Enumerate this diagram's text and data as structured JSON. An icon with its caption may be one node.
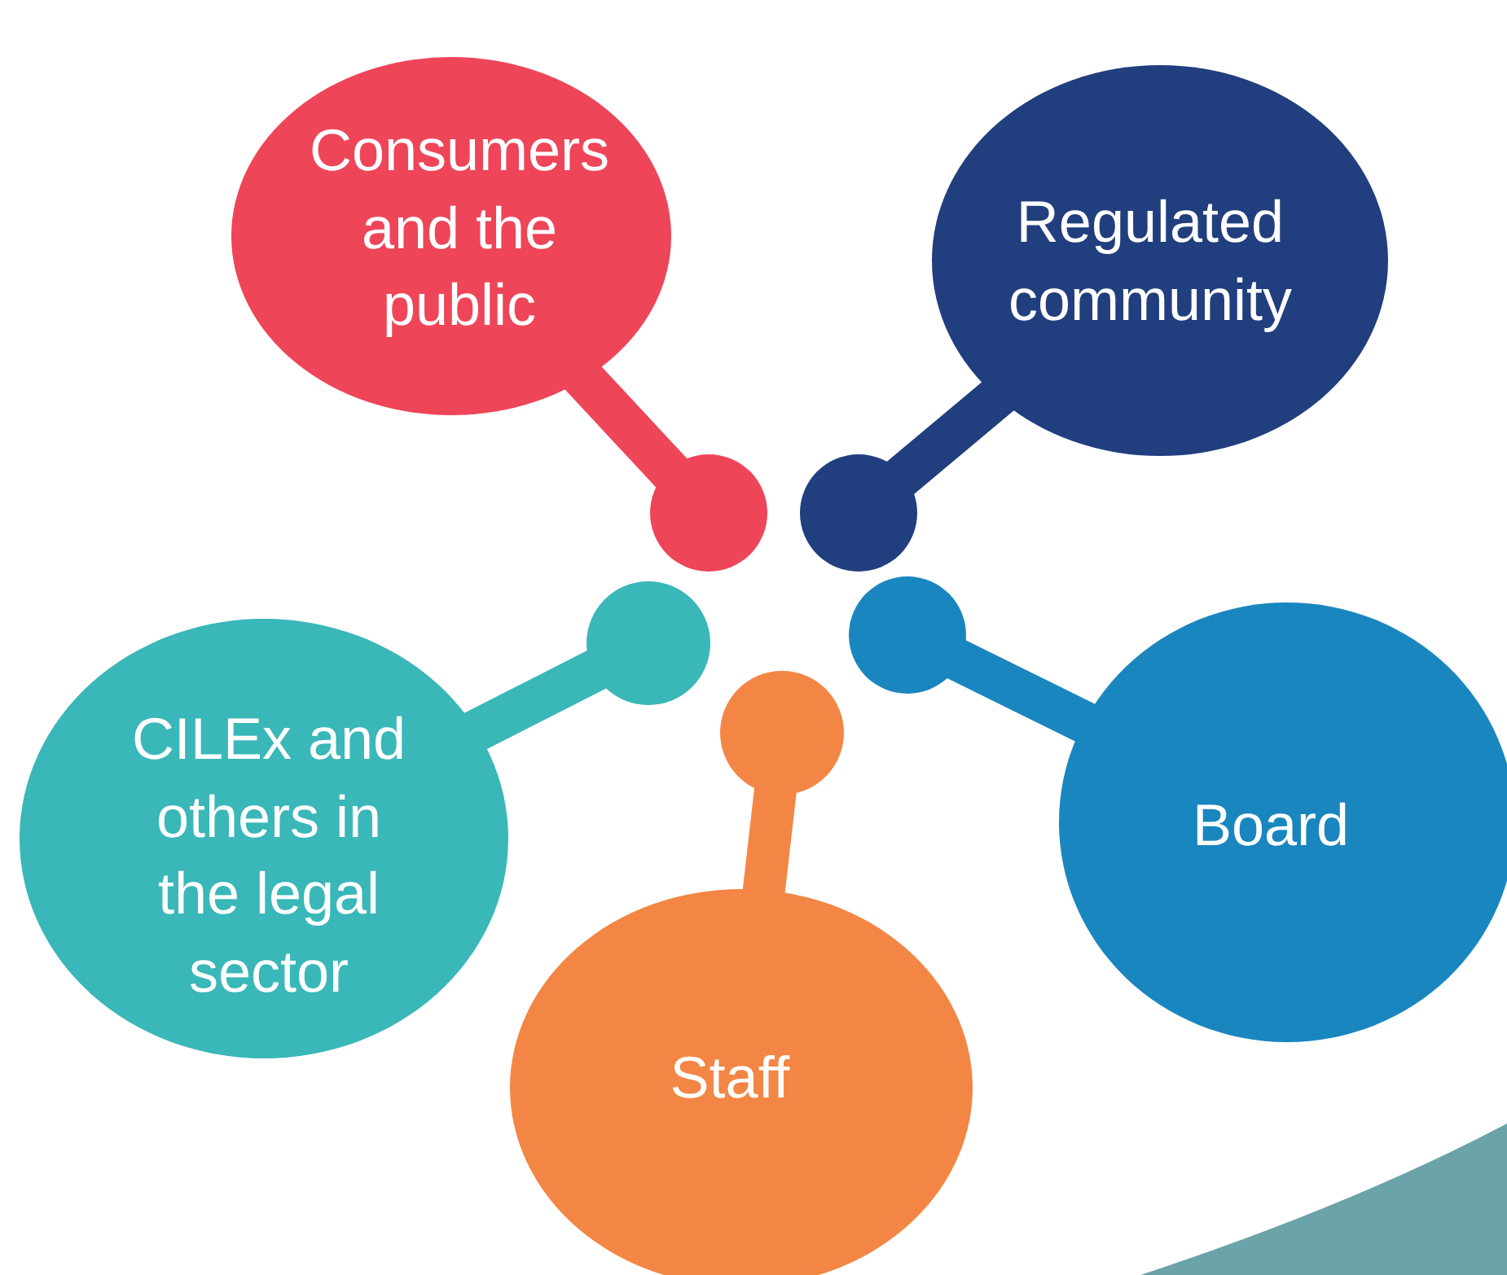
{
  "diagram": {
    "nodes": [
      {
        "text": [
          "Consumers and the public"
        ]
      },
      {
        "text": [
          "Regulated community"
        ]
      },
      {
        "text": [
          "CILEx and others in the legal sector"
        ]
      },
      {
        "text": [
          "Staff"
        ]
      },
      {
        "text": [
          "Board"
        ]
      }
    ]
  }
}
